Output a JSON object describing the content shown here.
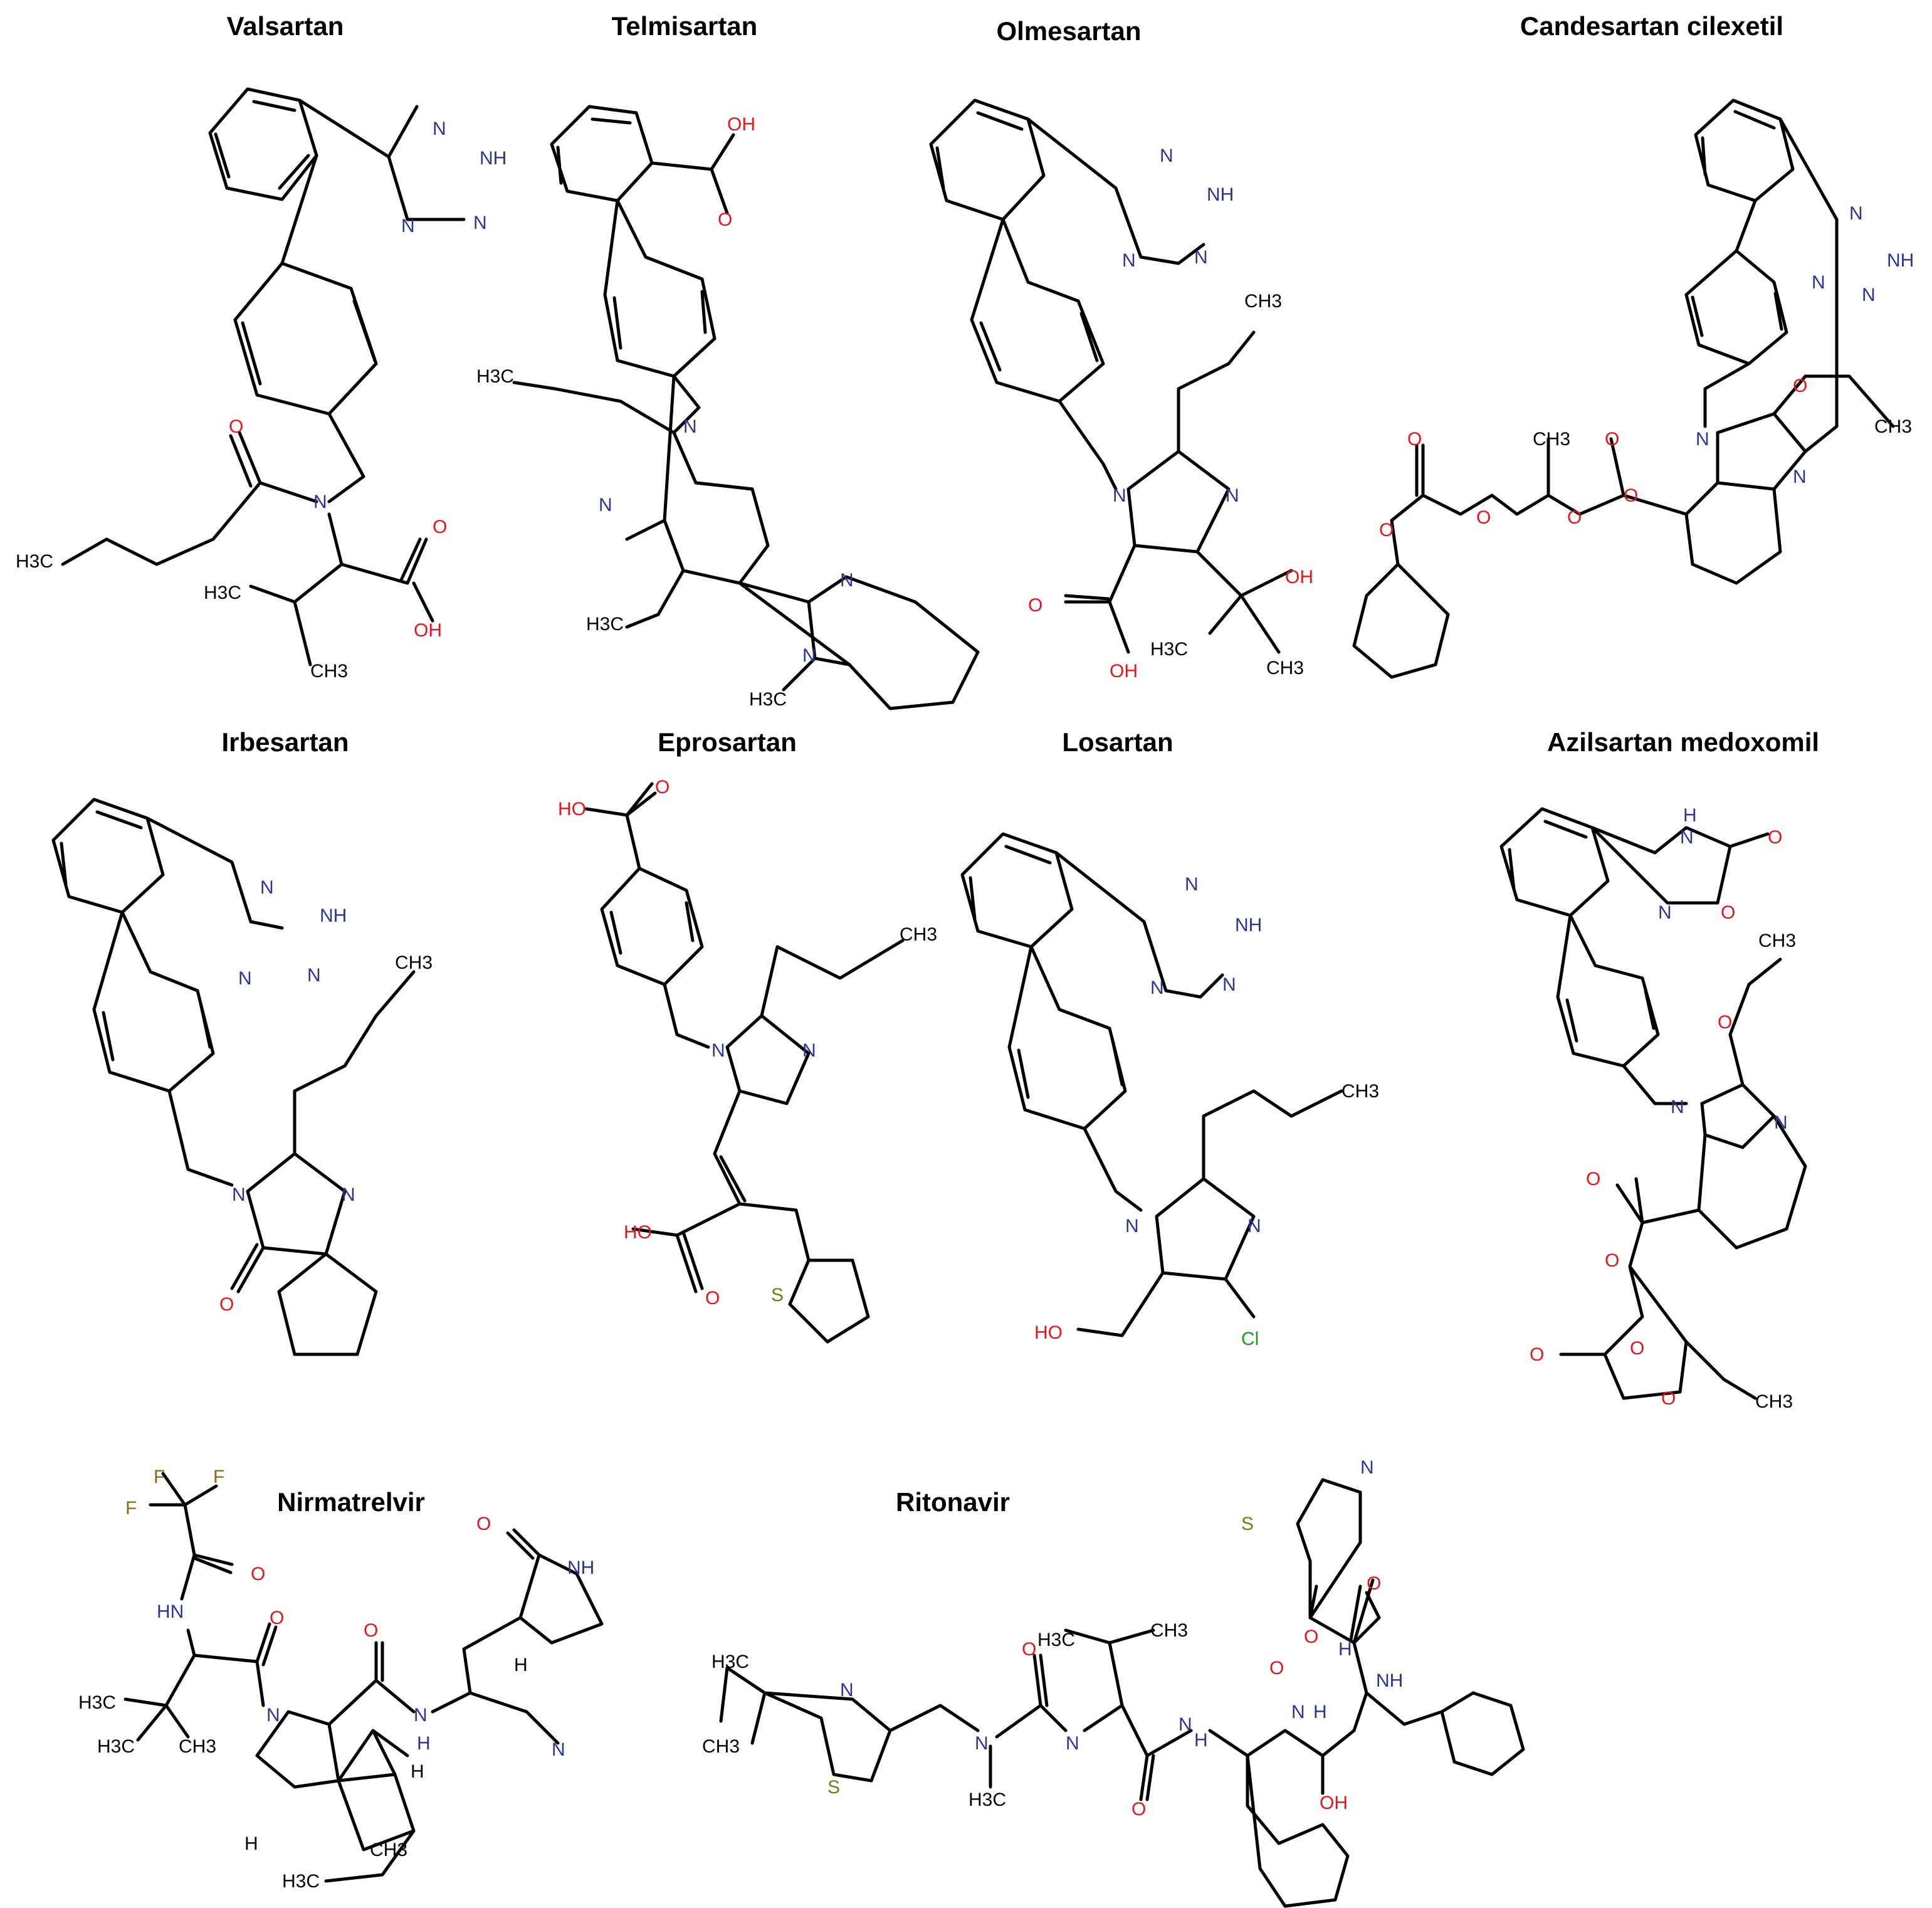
{
  "colors": {
    "carbon": "#000000",
    "nitrogen": "#2c3592",
    "oxygen": "#e8141c",
    "sulfur": "#7a7a16",
    "chlorine": "#1a9a1a",
    "fluorine": "#8c6a1a"
  },
  "molecules": [
    {
      "name": "Valsartan",
      "labels": [
        "N",
        "NH",
        "N",
        "N",
        "N",
        "O",
        "OH",
        "O",
        "H3C",
        "H3C",
        "CH3"
      ]
    },
    {
      "name": "Telmisartan",
      "labels": [
        "OH",
        "O",
        "H3C",
        "N",
        "N",
        "H3C",
        "N",
        "N",
        "H3C"
      ]
    },
    {
      "name": "Olmesartan",
      "labels": [
        "N",
        "NH",
        "N",
        "N",
        "CH3",
        "N",
        "N",
        "OH",
        "O",
        "OH",
        "H3C",
        "CH3"
      ]
    },
    {
      "name": "Candesartan cilexetil",
      "labels": [
        "N",
        "NH",
        "N",
        "N",
        "O",
        "CH3",
        "N",
        "N",
        "O",
        "CH3",
        "O",
        "O",
        "O",
        "O",
        "O"
      ]
    },
    {
      "name": "Irbesartan",
      "labels": [
        "N",
        "NH",
        "N",
        "N",
        "CH3",
        "N",
        "N",
        "O"
      ]
    },
    {
      "name": "Eprosartan",
      "labels": [
        "HO",
        "O",
        "CH3",
        "N",
        "N",
        "HO",
        "O",
        "S"
      ]
    },
    {
      "name": "Losartan",
      "labels": [
        "N",
        "NH",
        "N",
        "N",
        "CH3",
        "N",
        "N",
        "HO",
        "Cl"
      ]
    },
    {
      "name": "Azilsartan medoxomil",
      "labels": [
        "H",
        "N",
        "O",
        "N",
        "O",
        "CH3",
        "O",
        "N",
        "N",
        "O",
        "O",
        "O",
        "O",
        "O",
        "CH3"
      ]
    },
    {
      "name": "Nirmatrelvir",
      "labels": [
        "F",
        "F",
        "F",
        "O",
        "HN",
        "O",
        "H3C",
        "H3C",
        "CH3",
        "N",
        "O",
        "N",
        "H",
        "N",
        "O",
        "NH",
        "H",
        "H",
        "H",
        "CH3",
        "H3C"
      ]
    },
    {
      "name": "Ritonavir",
      "labels": [
        "S",
        "N",
        "O",
        "H3C",
        "CH3",
        "N",
        "H3C",
        "N",
        "O",
        "H3C",
        "H",
        "N",
        "S",
        "CH3",
        "O",
        "N",
        "H",
        "N",
        "O",
        "H",
        "OH",
        "NH",
        "O"
      ]
    }
  ]
}
